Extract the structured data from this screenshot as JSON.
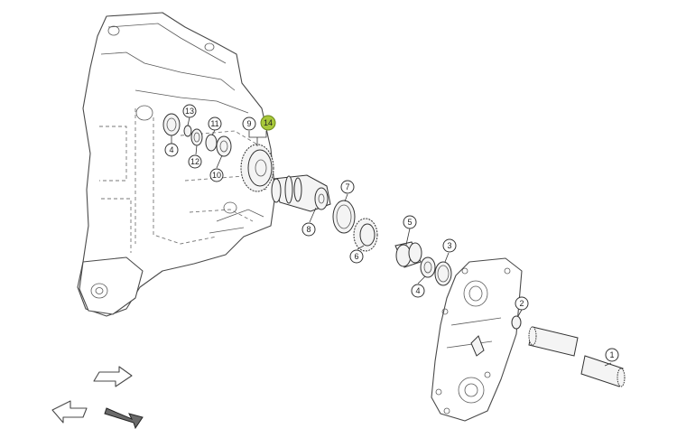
{
  "callouts": [
    {
      "id": "1",
      "label": "1"
    },
    {
      "id": "2",
      "label": "2"
    },
    {
      "id": "3",
      "label": "3"
    },
    {
      "id": "4a",
      "label": "4"
    },
    {
      "id": "4b",
      "label": "4"
    },
    {
      "id": "5",
      "label": "5"
    },
    {
      "id": "6",
      "label": "6"
    },
    {
      "id": "7",
      "label": "7"
    },
    {
      "id": "8",
      "label": "8"
    },
    {
      "id": "9",
      "label": "9"
    },
    {
      "id": "10",
      "label": "10"
    },
    {
      "id": "11",
      "label": "11"
    },
    {
      "id": "12",
      "label": "12"
    },
    {
      "id": "13",
      "label": "13"
    },
    {
      "id": "14",
      "label": "14",
      "highlighted": true
    }
  ],
  "colors": {
    "highlight": "#a8c83a",
    "line": "#333333",
    "background": "#ffffff"
  },
  "icons": [
    "arrow-up-right-icon",
    "arrow-left-icon",
    "arrow-down-right-icon"
  ]
}
